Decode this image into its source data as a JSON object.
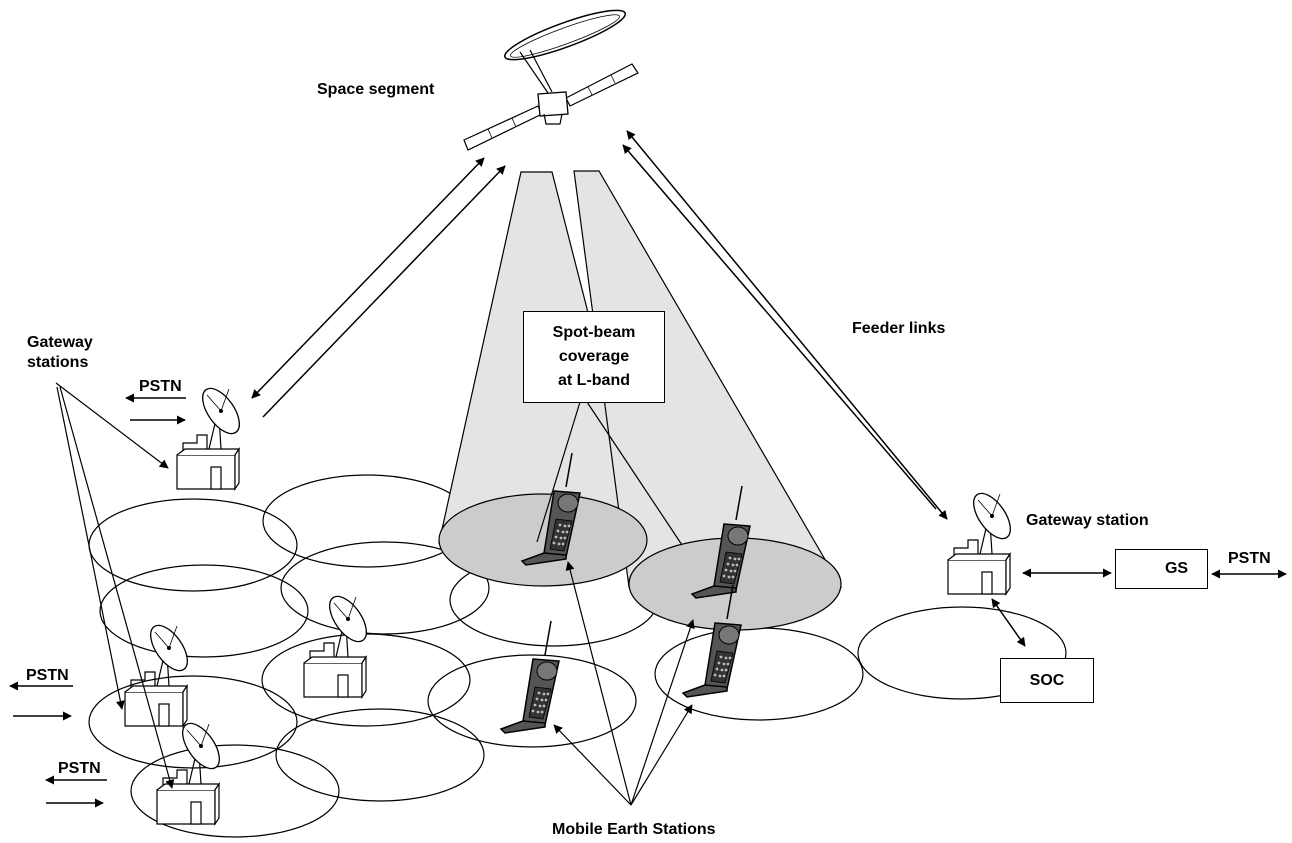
{
  "labels": {
    "space_segment": "Space segment",
    "feeder_links": "Feeder links",
    "gateway_stations": [
      "Gateway",
      "stations"
    ],
    "gateway_station": "Gateway station",
    "mobile_earth_stations": "Mobile Earth Stations",
    "spot_beam": [
      "Spot-beam",
      "coverage",
      "at L-band"
    ],
    "pstn": "PSTN",
    "gs": "GS",
    "soc": "SOC"
  },
  "colors": {
    "beam_fill": "#e4e4e4",
    "spot_fill": "#cccccc",
    "line": "#000000",
    "phone_body": "#555555"
  }
}
